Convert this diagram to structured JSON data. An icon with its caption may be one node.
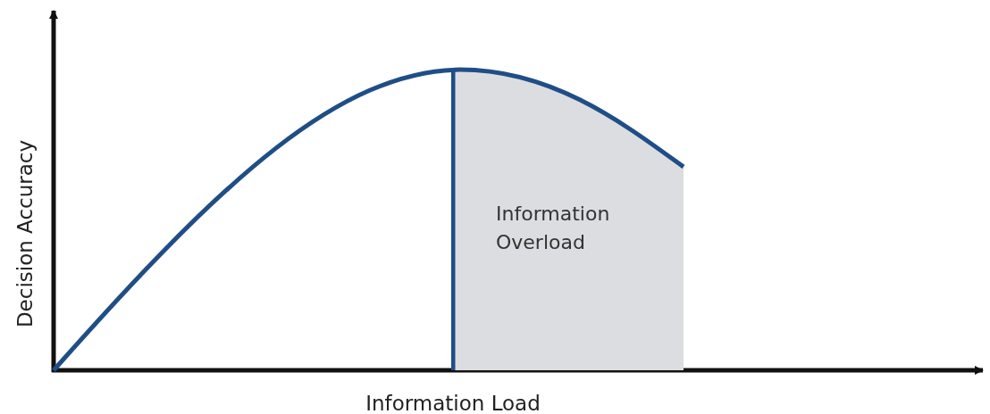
{
  "diagram": {
    "nodes": [
      {
        "text": [
          "Information Overload"
        ]
      }
    ],
    "labels": [
      "Decision Accuracy",
      "Information Load"
    ]
  }
}
